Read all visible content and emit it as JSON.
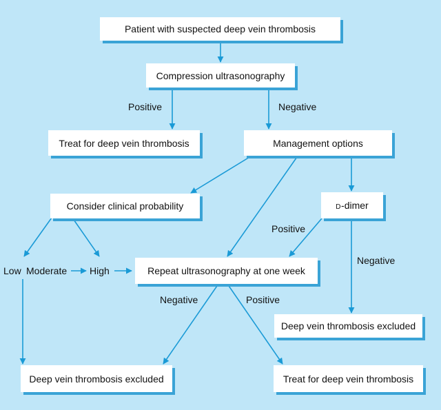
{
  "nodes": {
    "start": "Patient with suspected deep vein thrombosis",
    "compression_us": "Compression ultrasonography",
    "treat_top": "Treat for deep vein thrombosis",
    "management": "Management options",
    "clinical_prob": "Consider clinical probability",
    "ddimer_prefix": "D",
    "ddimer_rest": "-dimer",
    "repeat_us": "Repeat ultrasonography at one week",
    "dvt_excluded_right": "Deep vein thrombosis excluded",
    "dvt_excluded_bottom": "Deep vein thrombosis excluded",
    "treat_bottom": "Treat for deep vein thrombosis"
  },
  "edge_labels": {
    "us_positive": "Positive",
    "us_negative": "Negative",
    "ddimer_positive": "Positive",
    "ddimer_negative": "Negative",
    "repeat_negative": "Negative",
    "repeat_positive": "Positive"
  },
  "probability": {
    "low": "Low",
    "moderate": "Moderate",
    "high": "High"
  },
  "colors": {
    "background": "#bfe6f8",
    "arrow": "#1a9ad6",
    "box_shadow": "#3aa3d6",
    "box_fill": "#ffffff"
  }
}
